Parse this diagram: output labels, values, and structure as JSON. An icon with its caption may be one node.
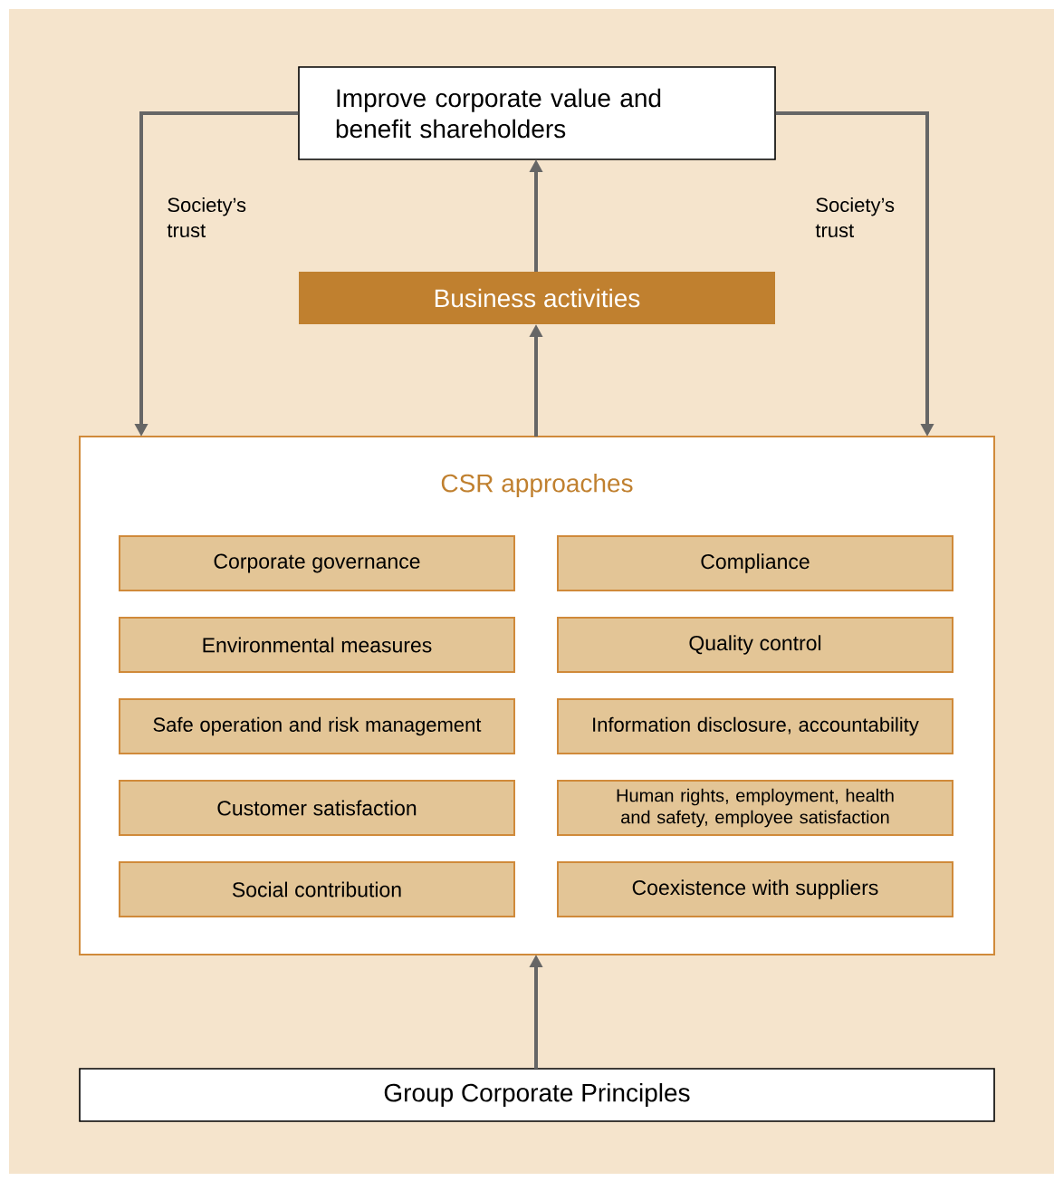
{
  "diagram": {
    "nodes": [
      {
        "text": [
          "Improve corporate value and benefit shareholders"
        ]
      },
      {
        "text": [
          "Business activities"
        ]
      },
      {
        "text": [
          "CSR approaches"
        ]
      },
      {
        "text": [
          "Corporate governance"
        ],
        "in": 2
      },
      {
        "text": [
          "Compliance"
        ],
        "in": 2
      },
      {
        "text": [
          "Environmental measures"
        ],
        "in": 2
      },
      {
        "text": [
          "Quality control"
        ],
        "in": 2
      },
      {
        "text": [
          "Safe operation and risk management"
        ],
        "in": 2
      },
      {
        "text": [
          "Information disclosure, accountability"
        ],
        "in": 2
      },
      {
        "text": [
          "Customer satisfaction"
        ],
        "in": 2
      },
      {
        "text": [
          "Human rights, employment, health and safety, employee satisfaction"
        ],
        "in": 2
      },
      {
        "text": [
          "Social contribution"
        ],
        "in": 2
      },
      {
        "text": [
          "Coexistence with suppliers"
        ],
        "in": 2
      },
      {
        "text": [
          "Group Corporate Principles"
        ]
      }
    ],
    "edges": [
      {
        "from": 1,
        "to": 0,
        "arrow": "to"
      },
      {
        "from": 2,
        "to": 1,
        "arrow": "to"
      },
      {
        "from": 13,
        "to": 2,
        "arrow": "to"
      },
      {
        "from": 0,
        "to": 2,
        "arrow": "to",
        "label": "Society’s trust"
      },
      {
        "from": 0,
        "to": 2,
        "arrow": "to",
        "label": "Society’s trust"
      }
    ]
  }
}
